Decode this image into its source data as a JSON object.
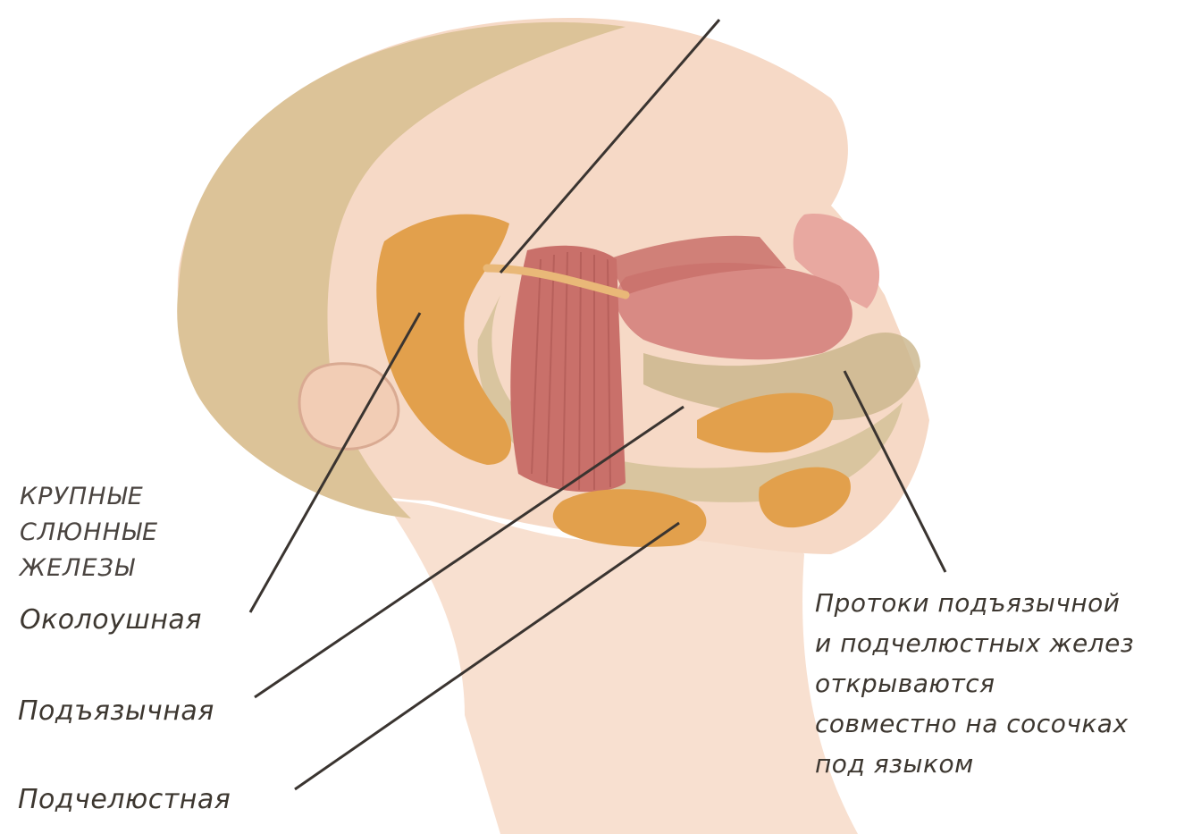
{
  "diagram": {
    "heading": "КРУПНЫЕ\nСЛЮННЫЕ\nЖЕЛЕЗЫ",
    "labels": {
      "parotid": "Околоушная",
      "sublingual": "Подъязычная",
      "submandibular": "Подчелюстная",
      "ducts": "Протоки подъязычной\nи подчелюстных желез\nоткрываются\nсовместно на сосочках\nпод языком"
    },
    "colors": {
      "skin": "#f6d9c6",
      "hair": "#dcc398",
      "gland": "#e2a04c",
      "muscle": "#c9706a",
      "tongue": "#d88a84",
      "leader": "#3a3430"
    }
  }
}
